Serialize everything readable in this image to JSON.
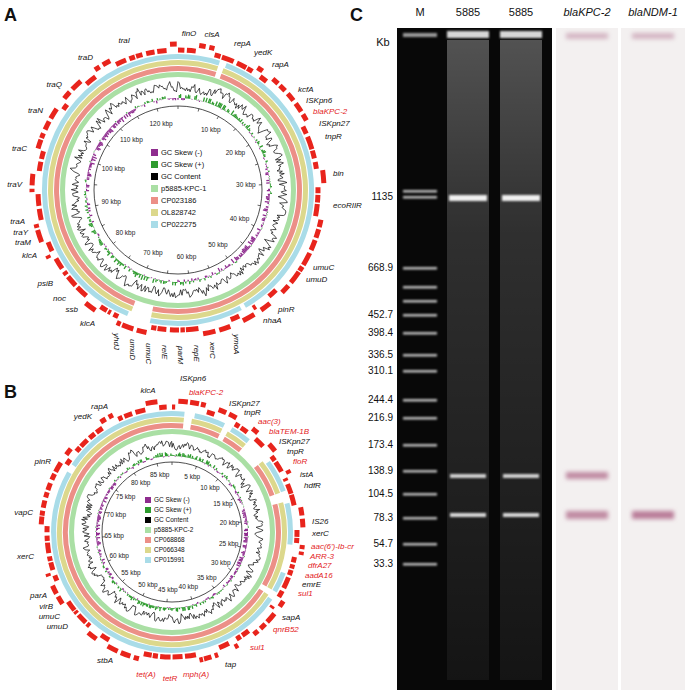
{
  "diagram": {
    "labels": [
      "A",
      "B",
      "C",
      "traD",
      "traI",
      "finO",
      "clsA",
      "repA",
      "yedK",
      "rapA",
      "kcfA",
      "ISKpn6",
      "blaKPC-2",
      "ISKpn27",
      "tnpR",
      "bin",
      "ecoRIIR",
      "umuC",
      "umuD",
      "pinR",
      "nhaA",
      "ymoA",
      "xerC",
      "repE",
      "parM",
      "relE",
      "umuC",
      "umuD",
      "yhdJ",
      "klcA",
      "ssb",
      "noc",
      "psiB",
      "klcA",
      "traM",
      "traY",
      "traA",
      "traV",
      "traC",
      "traN",
      "traQ",
      "10 kbp",
      "20 kbp",
      "30 kbp",
      "40 kbp",
      "50 kbp",
      "60 kbp",
      "70 kbp",
      "80 kbp",
      "90 kbp",
      "100 kbp",
      "110 kbp",
      "120 kbp",
      "klcA",
      "ISKpn6",
      "blaKPC-2",
      "ISKpn27",
      "tnpR",
      "aac(3)",
      "blaTEM-1B",
      "ISKpn27",
      "tnpR",
      "floR",
      "istA",
      "hdfR",
      "IS26",
      "xerC",
      "aac(6')-Ib-cr",
      "ARR-3",
      "dfrA27",
      "aadA16",
      "emrE",
      "sul1",
      "sapA",
      "qnrB52",
      "sul1",
      "tap",
      "mph(A)",
      "tetR",
      "tet(A)",
      "stbA",
      "umuD",
      "umuC",
      "virB",
      "parA",
      "xerC",
      "vapC",
      "pinR",
      "yedK",
      "rapA",
      "5 kbp",
      "10 kbp",
      "15 kbp",
      "20 kbp",
      "25 kbp",
      "30 kbp",
      "35 kbp",
      "40 kbp",
      "45 kbp",
      "50 kbp",
      "55 kbp",
      "60 kbp",
      "65 kbp",
      "70 kbp",
      "75 kbp",
      "80 kbp",
      "85 kbp",
      "M",
      "5885",
      "5885",
      "blaKPC-2",
      "blaNDM-1",
      "Kb",
      "1135",
      "668.9",
      "452.7",
      "398.4",
      "336.5",
      "310.1",
      "244.4",
      "216.9",
      "173.4",
      "138.9",
      "104.5",
      "78.3",
      "54.7",
      "33.3"
    ],
    "legend": [
      {
        "text": "GC Skew (-)",
        "color": "#8e2c8e"
      },
      {
        "text": "GC Skew (+)",
        "color": "#2e9b2e"
      },
      {
        "text": "GC Content",
        "color": "#000000"
      },
      {
        "text": "p5885-KPC-1",
        "color": "#aadfa4"
      },
      {
        "text": "CP023186",
        "color": "#ec8f87"
      },
      {
        "text": "OL828742",
        "color": "#dcd88c"
      },
      {
        "text": "CP022275",
        "color": "#a9dce8"
      },
      {
        "text": "GC Skew (-)",
        "color": "#8e2c8e"
      },
      {
        "text": "GC Skew (+)",
        "color": "#2e9b2e"
      },
      {
        "text": "GC Content",
        "color": "#000000"
      },
      {
        "text": "p5885-KPC-2",
        "color": "#aadfa4"
      },
      {
        "text": "CP068868",
        "color": "#ec8f87"
      },
      {
        "text": "CP066348",
        "color": "#dcd88c"
      },
      {
        "text": "CP015991",
        "color": "#a9dce8"
      }
    ]
  }
}
